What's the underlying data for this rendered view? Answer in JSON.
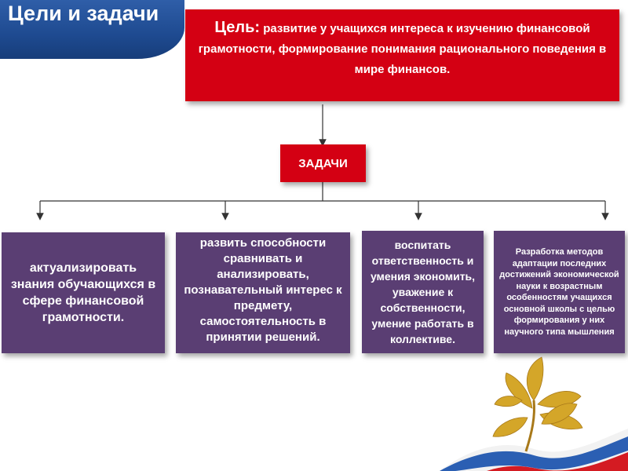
{
  "slide": {
    "title": "Цели и задачи"
  },
  "goal": {
    "label": "Цель:",
    "text": "развитие у учащихся интереса к изучению финансовой грамотности, формирование понимания рационального поведения в мире финансов."
  },
  "tasks": {
    "label": "ЗАДАЧИ",
    "items": [
      "актуализировать знания обучающихся в сфере финансовой грамотности.",
      "развить способности сравнивать и анализировать, познавательный интерес к предмету, самостоятельность в принятии решений.",
      "воспитать ответственность и умения экономить, уважение к собственности, умение работать в коллективе.",
      "Разработка методов адаптации последних достижений экономической науки к возрастным особенностям учащихся основной школы с целью формирования у них научного типа мышления"
    ]
  },
  "colors": {
    "title_band": "#1e4a90",
    "goal_box": "#d40013",
    "task_card": "#5a3e73",
    "text": "#ffffff"
  },
  "decoration": {
    "icon": "laurel-branch-with-flag-ribbon"
  }
}
